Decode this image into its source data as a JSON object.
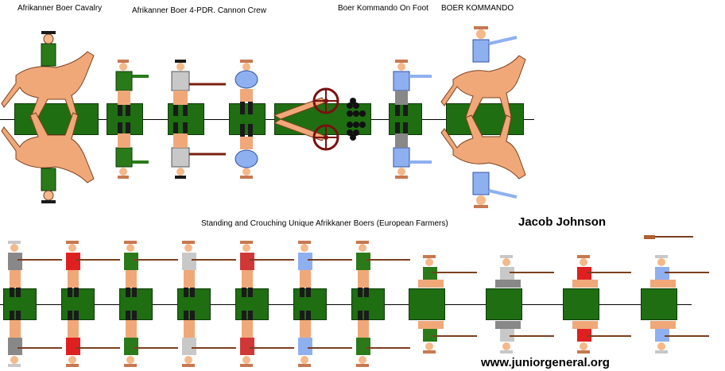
{
  "labels": {
    "cavalry": "Afrikanner Boer Cavalry",
    "cannon_crew": "Afrikanner Boer 4-PDR. Cannon Crew",
    "kommando_on_foot": "Boer Kommando On Foot",
    "kommando": "BOER KOMMANDO",
    "farmers": "Standing and Crouching Unique Afrikkaner Boers (European Farmers)"
  },
  "author": "Jacob Johnson",
  "website": "www.juniorgeneral.org",
  "colors": {
    "base_green": "#1f6e12",
    "horse": "#f0a878",
    "skin": "#f5b88a",
    "cannon_wheel": "#7a1010",
    "shirt_green": "#2a7a1a",
    "shirt_grey": "#c8c8c8",
    "shirt_red": "#e02020",
    "shirt_blue": "#8fb0f0"
  }
}
